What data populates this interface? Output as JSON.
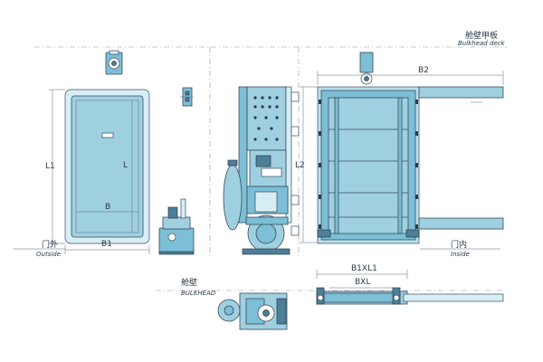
{
  "labels": {
    "deck_cn": "舱壁甲板",
    "deck_en": "Bulkhead deck",
    "outside_cn": "门外",
    "outside_en": "Outside",
    "inside_cn": "门内",
    "inside_en": "Inside",
    "bulkhead_cn": "舱壁",
    "bulkhead_en": "BULKHEAD"
  },
  "dimensions": {
    "l1": "L1",
    "l": "L",
    "b": "B",
    "b1": "B1",
    "l2": "L2",
    "b2": "B2",
    "b1xl1": "B1XL1",
    "bxl": "BXL"
  },
  "colors": {
    "steel": "#9fd0e0",
    "line": "#3a4a5c"
  }
}
